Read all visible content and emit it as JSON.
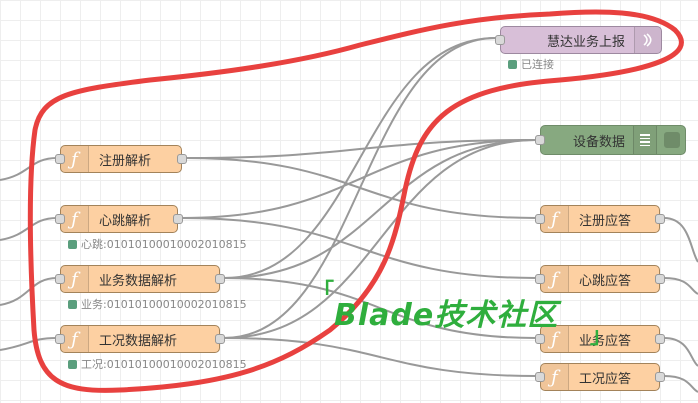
{
  "function_nodes": [
    {
      "id": "register-parse",
      "label": "注册解析",
      "status": ""
    },
    {
      "id": "heartbeat-parse",
      "label": "心跳解析",
      "status": "心跳:0101010001000201081​5"
    },
    {
      "id": "business-data-parse",
      "label": "业务数据解析",
      "status": "业务:0101010001000201081​5"
    },
    {
      "id": "condition-data-parse",
      "label": "工况数据解析",
      "status": "工况:0101010001000201081​5"
    }
  ],
  "reply_nodes": [
    {
      "id": "register-reply",
      "label": "注册应答"
    },
    {
      "id": "heartbeat-reply",
      "label": "心跳应答"
    },
    {
      "id": "business-reply",
      "label": "业务应答"
    },
    {
      "id": "condition-reply",
      "label": "工况应答"
    }
  ],
  "mqtt_node": {
    "label": "慧达业务上报",
    "status": "已连接",
    "icon": "mqtt-broadcast-icon"
  },
  "debug_node": {
    "label": "设备数据",
    "icon": "debug-list-icon"
  },
  "function_icon": "ƒ",
  "watermark": {
    "text": "Blade技术社区",
    "open": "「",
    "close": "」"
  },
  "colors": {
    "function": "#fdd0a2",
    "mqtt": "#d8bfd8",
    "debug": "#87a980",
    "status_ok": "#5a9e7d",
    "annotation": "#e8413f",
    "watermark": "#2fae3d"
  }
}
